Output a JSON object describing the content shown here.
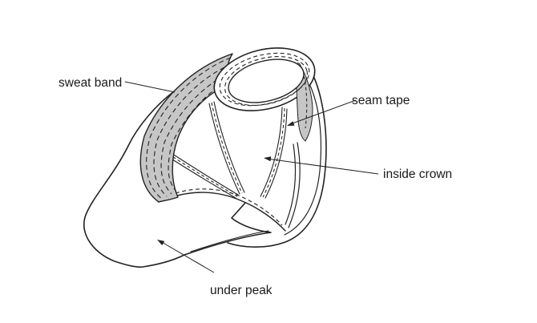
{
  "diagram": {
    "subject": "baseball-cap-underside",
    "labels": {
      "sweat_band": "sweat band",
      "seam_tape": "seam tape",
      "inside_crown": "inside crown",
      "under_peak": "under peak"
    },
    "colors": {
      "background": "#ffffff",
      "line": "#222222",
      "band_fill": "#c6c6c6",
      "text": "#1a1a1a"
    }
  }
}
